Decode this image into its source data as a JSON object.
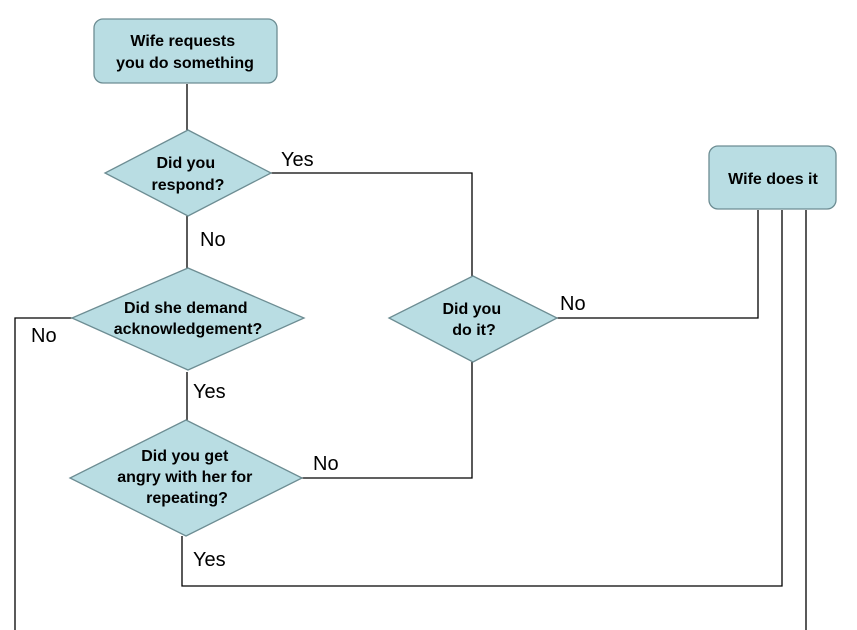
{
  "colors": {
    "node_fill": "#b9dde3",
    "node_stroke": "#6d8d93",
    "line": "#000000",
    "background": "#ffffff"
  },
  "nodes": {
    "start": {
      "shape": "rounded-rectangle",
      "lines": [
        "Wife requests",
        "you do something"
      ]
    },
    "respond": {
      "shape": "diamond",
      "lines": [
        "Did you",
        "respond?"
      ]
    },
    "demand": {
      "shape": "diamond",
      "lines": [
        "Did she demand",
        "acknowledgement?"
      ]
    },
    "angry": {
      "shape": "diamond",
      "lines": [
        "Did you get",
        "angry with her for",
        "repeating?"
      ]
    },
    "did_it": {
      "shape": "diamond",
      "lines": [
        "Did you",
        "do it?"
      ]
    },
    "wife_does": {
      "shape": "rounded-rectangle",
      "lines": [
        "Wife does it"
      ]
    }
  },
  "edges": {
    "respond_yes": "Yes",
    "respond_no": "No",
    "demand_yes": "Yes",
    "demand_no": "No",
    "angry_yes": "Yes",
    "angry_no": "No",
    "did_it_no": "No"
  }
}
